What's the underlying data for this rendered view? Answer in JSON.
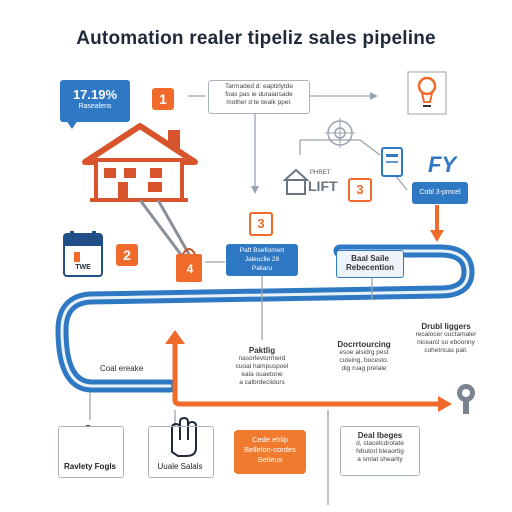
{
  "title": "Automation realer tipeliz sales pipeline",
  "stat_bubble": {
    "value": "17.19%",
    "caption": "Rasealens"
  },
  "badges": {
    "b1": "1",
    "b2": "2",
    "b3a": "3",
    "b3b": "3",
    "b4": "4"
  },
  "top_note": {
    "lines": [
      "Tarmaded d: eaptirlytde",
      "foas pas ie duraiarsade",
      "mother d te twalk ppel."
    ]
  },
  "fy_text": "FY",
  "billboard_text": "LIFT",
  "billboard_small": "PHRET",
  "calendar_label": "TWE",
  "stage_box_left": {
    "lines": [
      "Paft Bsefiomert",
      "Jaleuclle 28",
      "Paliaru"
    ]
  },
  "stage_box_right": {
    "title": "Baal Saile",
    "subtitle": "Rebecention"
  },
  "side_button": {
    "label": "Cobl 3-pmcel"
  },
  "right_note": {
    "title": "Drubl liggers",
    "lines": [
      "recalocer ouctamaler",
      "nicearcl so eboonny",
      "cohetricas pail."
    ]
  },
  "center_note_left": {
    "title": "Paktlig",
    "lines": [
      "nasorlevtormerd",
      "cuoal hampuspoel",
      "eala ouaetone",
      "a calbrdeclidurs"
    ]
  },
  "center_note_right": {
    "title": "Docrrtourcing",
    "lines": [
      "esoe alsidrg pest",
      "cuteing, bocesto.",
      "dig ruag prelale"
    ]
  },
  "loop_label": "Coal ereake",
  "bottom_items": [
    {
      "label": "Ravlety Fogls"
    },
    {
      "label": "Uuale Salals"
    },
    {
      "lines": [
        "Cede ehlip",
        "Bellelon-cordes",
        "Setleus"
      ]
    },
    {
      "title": "Deal Ibeges",
      "lines": [
        "d, stacelcdrotate",
        "Nbutorl bleaortig",
        "a smlat shearlty"
      ]
    }
  ],
  "colors": {
    "blue": "#2f78c4",
    "orange": "#ef6a2b",
    "house_red": "#d8542c",
    "text": "#1f2a3a"
  }
}
